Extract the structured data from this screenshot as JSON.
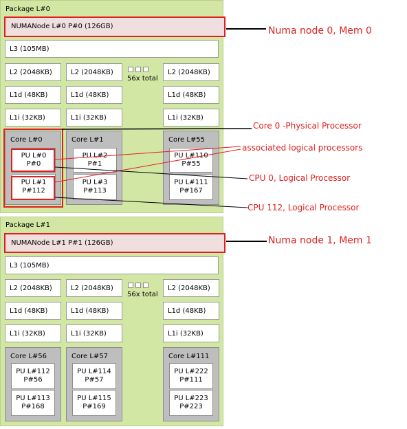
{
  "packages": [
    {
      "label": "Package L#0",
      "numa": "NUMANode L#0 P#0 (126GB)",
      "l3": "L3 (105MB)",
      "l2": [
        "L2 (2048KB)",
        "L2 (2048KB)",
        "L2 (2048KB)"
      ],
      "l1d": [
        "L1d (48KB)",
        "L1d (48KB)",
        "L1d (48KB)"
      ],
      "l1i": [
        "L1i (32KB)",
        "L1i (32KB)",
        "L1i (32KB)"
      ],
      "total": "56x total",
      "cores": [
        {
          "label": "Core L#0",
          "pus": [
            [
              "PU L#0",
              "P#0"
            ],
            [
              "PU L#1",
              "P#112"
            ]
          ]
        },
        {
          "label": "Core L#1",
          "pus": [
            [
              "PU L#2",
              "P#1"
            ],
            [
              "PU L#3",
              "P#113"
            ]
          ]
        },
        {
          "label": "Core L#55",
          "pus": [
            [
              "PU L#110",
              "P#55"
            ],
            [
              "PU L#111",
              "P#167"
            ]
          ]
        }
      ]
    },
    {
      "label": "Package L#1",
      "numa": "NUMANode L#1 P#1 (126GB)",
      "l3": "L3 (105MB)",
      "l2": [
        "L2 (2048KB)",
        "L2 (2048KB)",
        "L2 (2048KB)"
      ],
      "l1d": [
        "L1d (48KB)",
        "L1d (48KB)",
        "L1d (48KB)"
      ],
      "l1i": [
        "L1i (32KB)",
        "L1i (32KB)",
        "L1i (32KB)"
      ],
      "total": "56x total",
      "cores": [
        {
          "label": "Core L#56",
          "pus": [
            [
              "PU L#112",
              "P#56"
            ],
            [
              "PU L#113",
              "P#168"
            ]
          ]
        },
        {
          "label": "Core L#57",
          "pus": [
            [
              "PU L#114",
              "P#57"
            ],
            [
              "PU L#115",
              "P#169"
            ]
          ]
        },
        {
          "label": "Core L#111",
          "pus": [
            [
              "PU L#222",
              "P#111"
            ],
            [
              "PU L#223",
              "P#223"
            ]
          ]
        }
      ]
    }
  ],
  "annotations": {
    "numa0": "Numa node 0, Mem 0",
    "core0": "Core 0 -Physical Processor",
    "assoc": "associated logical processors",
    "cpu0": "CPU 0, Logical Processor",
    "cpu112": "CPU 112, Logical Processor",
    "numa1": "Numa node 1, Mem 1"
  },
  "colors": {
    "package": "#d2e7a4",
    "numa": "#efdfde",
    "core": "#bebebe",
    "annotation": "#e02020"
  }
}
